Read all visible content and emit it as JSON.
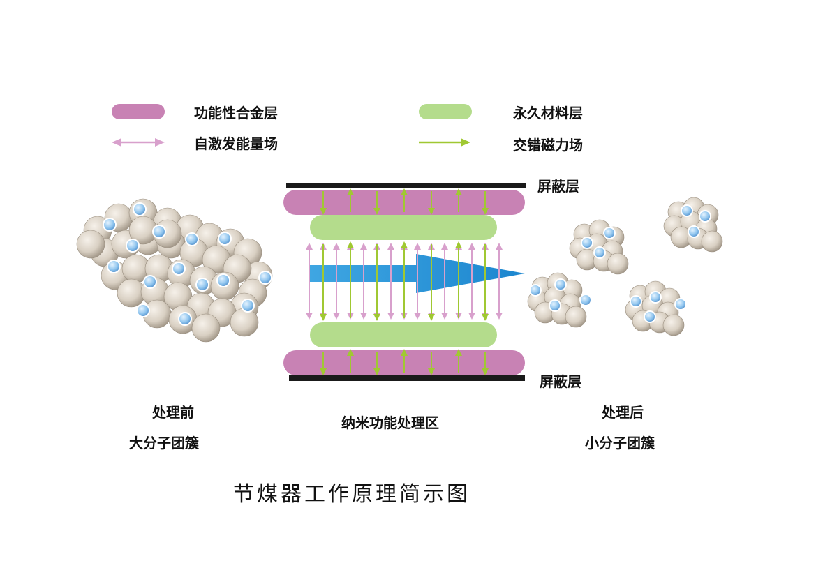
{
  "legend": {
    "alloy_layer": "功能性合金层",
    "permanent_layer": "永久材料层",
    "energy_field": "自激发能量场",
    "magnetic_field": "交错磁力场"
  },
  "diagram": {
    "shield_top": "屏蔽层",
    "shield_bottom": "屏蔽层",
    "before_line1": "处理前",
    "before_line2": "大分子团簇",
    "zone": "纳米功能处理区",
    "after_line1": "处理后",
    "after_line2": "小分子团簇"
  },
  "caption": "节煤器工作原理简示图",
  "colors": {
    "alloy": "#c882b4",
    "permanent": "#b4dc8c",
    "energy_arrow": "#d8a0cc",
    "magnetic_arrow": "#a0c832",
    "flow_arrow": "#2a9ad8",
    "shield": "#1a1a1a",
    "molecule": "#dcd3c6",
    "particle": "#8ec4ee"
  }
}
